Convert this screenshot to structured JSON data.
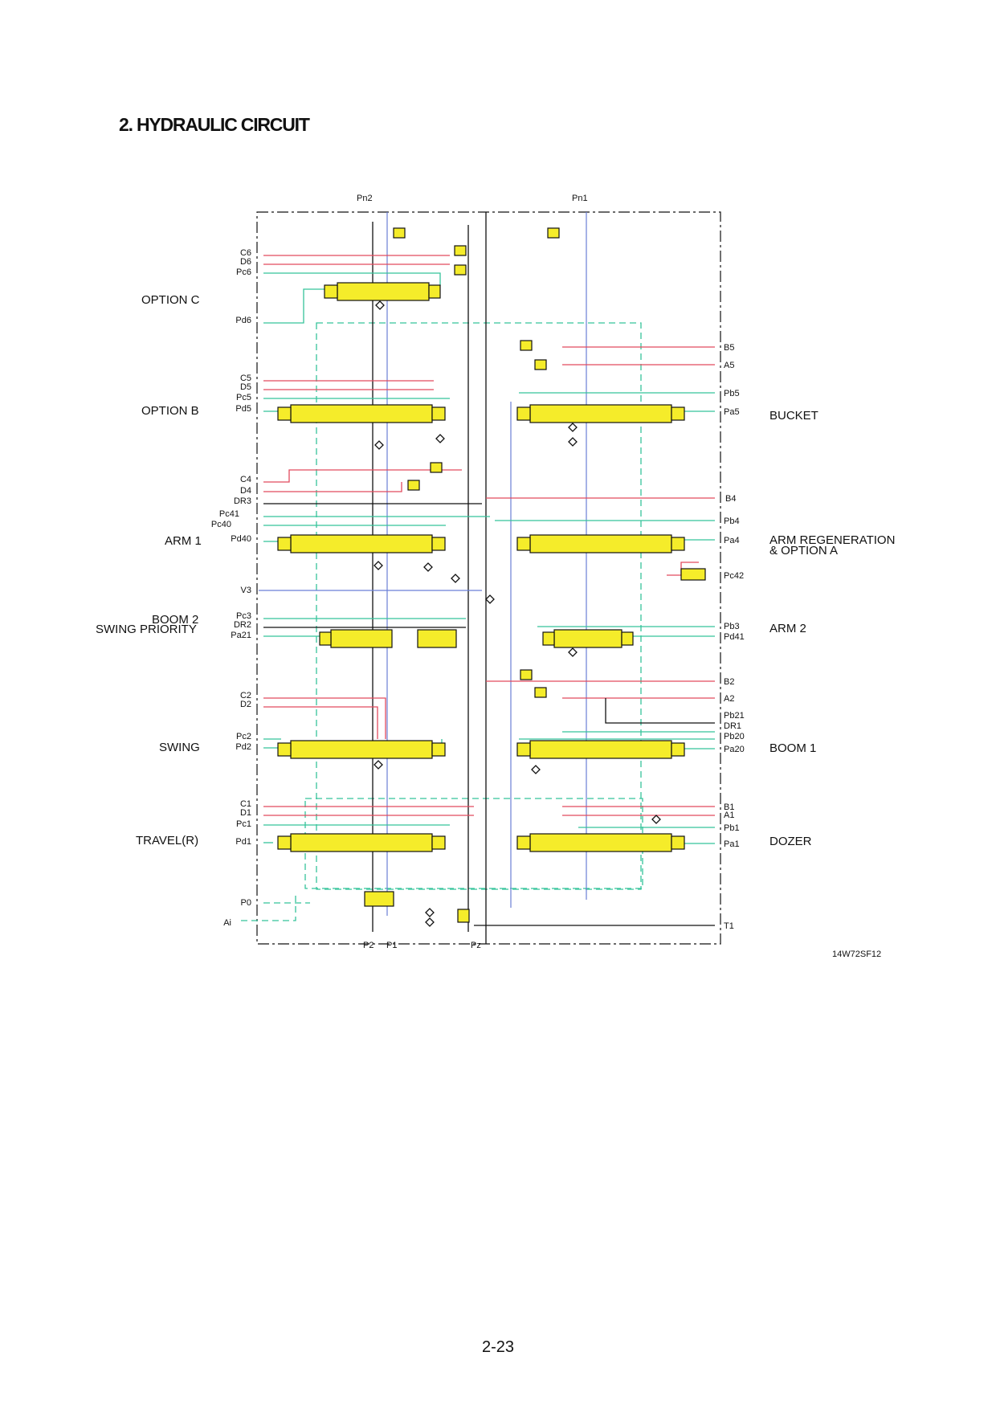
{
  "page": {
    "title": "2. HYDRAULIC CIRCUIT",
    "figure_id": "14W72SF12",
    "page_number": "2-23"
  },
  "diagram": {
    "top_ports": {
      "pn2": "Pn2",
      "pn1": "Pn1"
    },
    "bottom_ports": {
      "p2": "P2",
      "p1": "P1",
      "pz": "Pz"
    },
    "left_sections": {
      "option_c": "OPTION C",
      "option_b": "OPTION B",
      "arm1": "ARM 1",
      "boom2": "BOOM 2",
      "swing_priority": "SWING PRIORITY",
      "swing": "SWING",
      "travel_r": "TRAVEL(R)"
    },
    "right_sections": {
      "bucket": "BUCKET",
      "arm_regen": "ARM REGENERATION",
      "option_a": "& OPTION A",
      "arm2": "ARM 2",
      "boom1": "BOOM 1",
      "dozer": "DOZER"
    },
    "left_ports": {
      "c6": "C6",
      "d6": "D6",
      "pc6": "Pc6",
      "pd6": "Pd6",
      "c5": "C5",
      "d5": "D5",
      "pc5": "Pc5",
      "pd5": "Pd5",
      "c4": "C4",
      "d4": "D4",
      "dr3": "DR3",
      "pc41": "Pc41",
      "pc40": "Pc40",
      "pd40": "Pd40",
      "v3": "V3",
      "pc3": "Pc3",
      "dr2": "DR2",
      "pa21": "Pa21",
      "c2": "C2",
      "d2": "D2",
      "pc2": "Pc2",
      "pd2": "Pd2",
      "c1": "C1",
      "d1": "D1",
      "pc1": "Pc1",
      "pd1": "Pd1",
      "p0": "P0",
      "ai": "Ai"
    },
    "right_ports": {
      "b5": "B5",
      "a5": "A5",
      "pb5": "Pb5",
      "pa5": "Pa5",
      "b4": "B4",
      "pb4": "Pb4",
      "pa4": "Pa4",
      "pc42": "Pc42",
      "pb3": "Pb3",
      "pd41": "Pd41",
      "b2": "B2",
      "a2": "A2",
      "pb21": "Pb21",
      "dr1": "DR1",
      "pb20": "Pb20",
      "pa20": "Pa20",
      "b1": "B1",
      "a1": "A1",
      "pb1": "Pb1",
      "pa1": "Pa1",
      "t1": "T1"
    }
  },
  "colors": {
    "pilot_red": "#e24a5e",
    "pilot_green": "#35c49a",
    "tank_blue": "#6a7fd6",
    "spool_yellow": "#f5ec2a",
    "main_black": "#111111"
  }
}
